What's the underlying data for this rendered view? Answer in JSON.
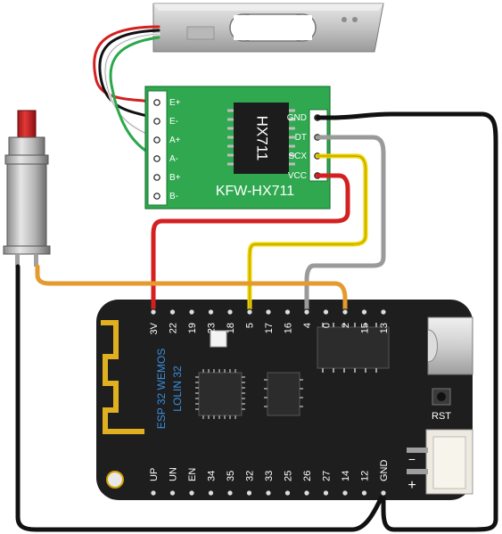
{
  "hx711": {
    "chip_label": "HX711",
    "board_label": "KFW-HX711",
    "left_pins": [
      "E+",
      "E-",
      "A+",
      "A-",
      "B+",
      "B-"
    ],
    "right_pins": [
      "GND",
      "DT",
      "SCX",
      "VCC"
    ]
  },
  "esp32": {
    "title_line1": "ESP 32 WEMOS",
    "title_line2": "LOLIN 32",
    "top_pins": [
      "3V",
      "22",
      "19",
      "23",
      "18",
      "5",
      "17",
      "16",
      "4",
      "0",
      "2",
      "15",
      "13"
    ],
    "bottom_pins": [
      "UP",
      "UN",
      "EN",
      "34",
      "35",
      "32",
      "33",
      "25",
      "26",
      "27",
      "14",
      "12",
      "GND"
    ],
    "rst_label": "RST",
    "battery_minus": "−",
    "battery_plus": "+"
  },
  "colors": {
    "board_green": "#2fa84f",
    "esp_board": "#1e1e1e",
    "wire_red": "#d42020",
    "wire_yellow": "#f0d400",
    "wire_gray": "#9a9a9a",
    "wire_black": "#111111",
    "wire_orange": "#e59a30",
    "wire_white": "#f2f2f2",
    "wire_green": "#2aa84a",
    "antenna": "#e0b020"
  }
}
